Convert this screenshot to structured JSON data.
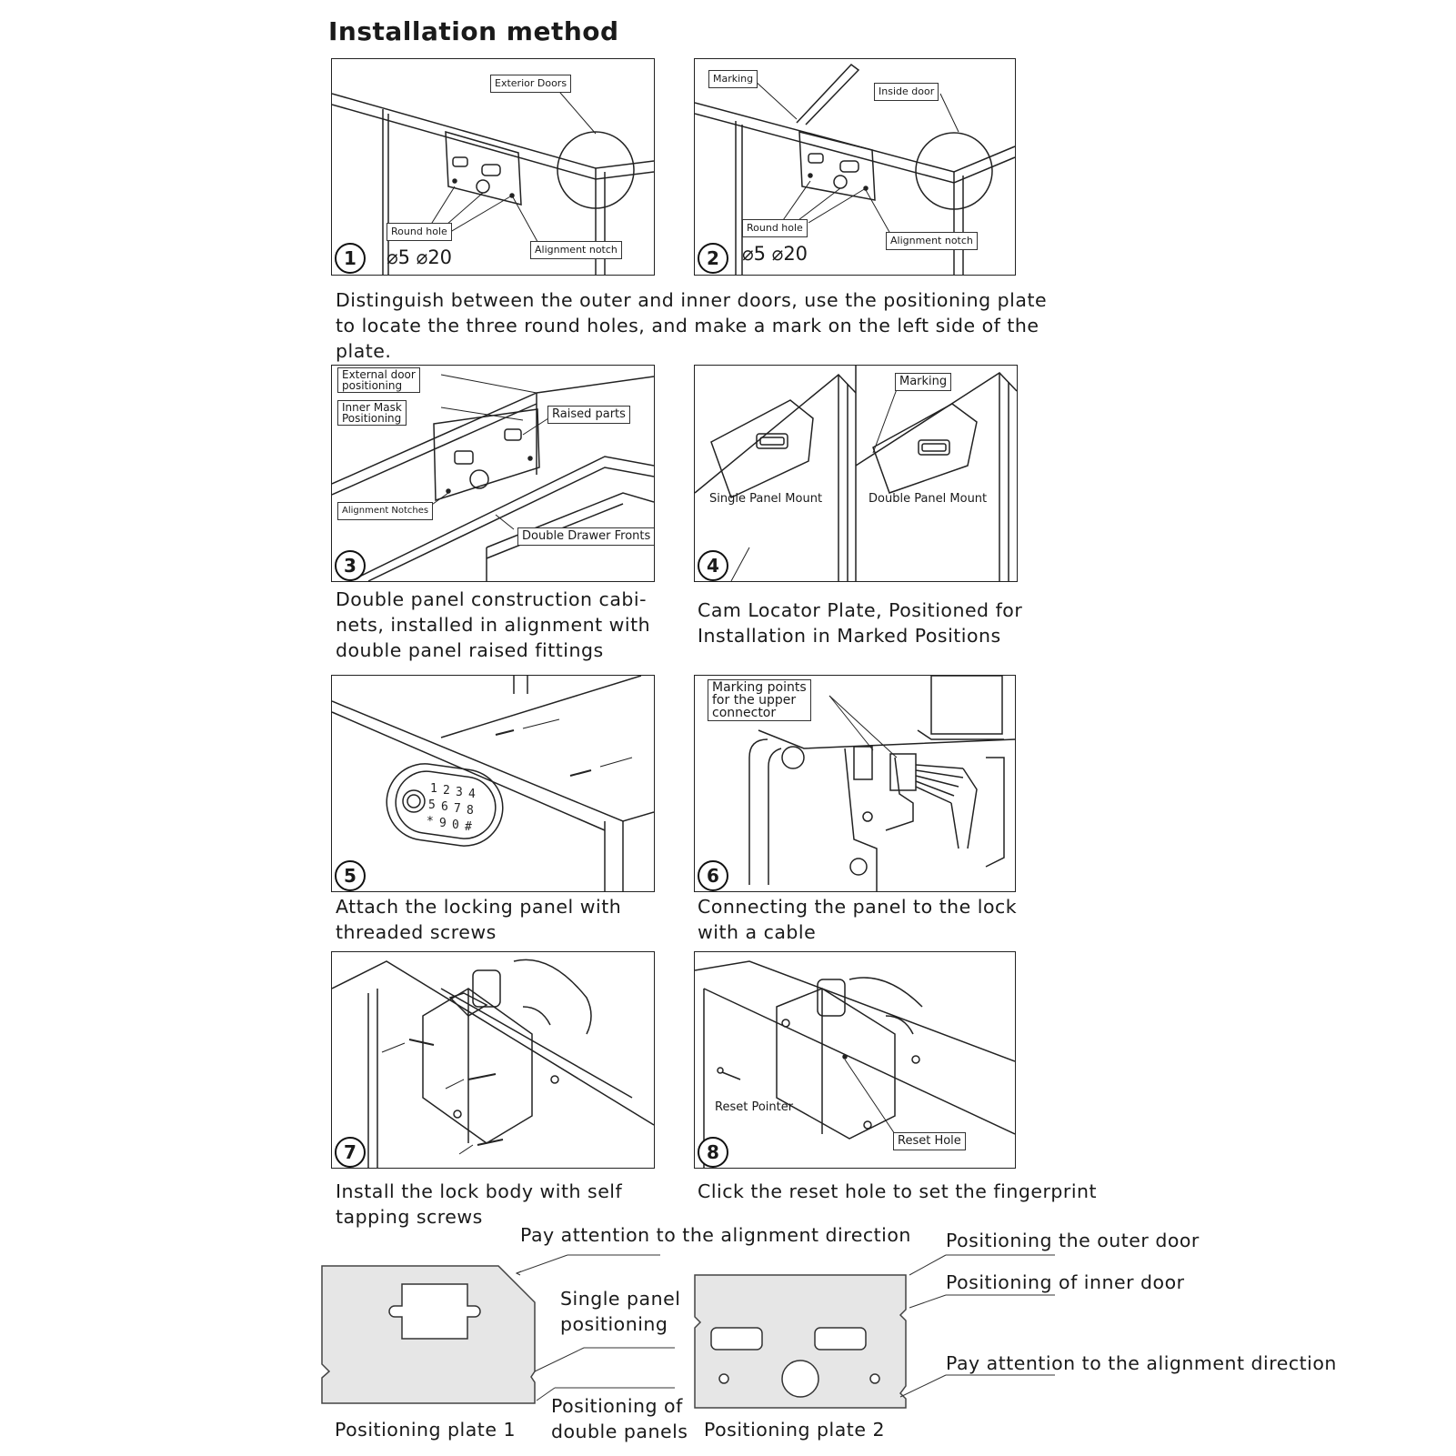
{
  "title": "Installation method",
  "steps": [
    {
      "number": "1",
      "labels": {
        "exterior": "Exterior Doors",
        "round_hole": "Round hole",
        "alignment": "Alignment notch",
        "diameters": "⌀5 ⌀20"
      }
    },
    {
      "number": "2",
      "labels": {
        "marking": "Marking",
        "inside": "Inside door",
        "round_hole": "Round hole",
        "alignment": "Alignment notch",
        "diameters": "⌀5 ⌀20"
      }
    },
    {
      "number": "3",
      "labels": {
        "external": "External door\npositioning",
        "inner": "Inner Mask\nPositioning",
        "raised": "Raised parts",
        "notches": "Alignment Notches",
        "drawer": "Double Drawer Fronts"
      }
    },
    {
      "number": "4",
      "labels": {
        "marking": "Marking",
        "single": "Single Panel Mount",
        "double": "Double Panel Mount"
      }
    },
    {
      "number": "5",
      "keypad": [
        "1",
        "2",
        "3",
        "4",
        "5",
        "6",
        "7",
        "8",
        "*",
        "9",
        "0",
        "#"
      ]
    },
    {
      "number": "6",
      "labels": {
        "marking": "Marking points\nfor the upper\nconnector"
      }
    },
    {
      "number": "7"
    },
    {
      "number": "8",
      "labels": {
        "reset_pointer": "Reset Pointer",
        "reset_hole": "Reset Hole"
      }
    }
  ],
  "captions": {
    "c12": "Distinguish between the outer and inner doors, use the positioning plate\nto locate the three round holes, and make a mark on the left side of the\nplate.",
    "c3": "Double panel construction cabi-\nnets, installed in alignment with\ndouble panel raised fittings",
    "c4": "Cam Locator Plate, Positioned for\nInstallation in Marked Positions",
    "c5": "Attach the locking panel with\nthreaded screws",
    "c6": "Connecting the panel to the lock\nwith a cable",
    "c7": "Install the lock body with self\ntapping screws",
    "c8": "Click the reset hole to set the fingerprint"
  },
  "plates": {
    "note_align_top": "Pay attention to the alignment direction",
    "note_single": "Single panel\npositioning",
    "note_double": "Positioning of\ndouble panels",
    "plate1_label": "Positioning plate 1",
    "note_outer": "Positioning the outer door",
    "note_inner": "Positioning of inner door",
    "note_align_right": "Pay attention to the alignment direction",
    "plate2_label": "Positioning plate 2",
    "fill_color": "#e6e6e6"
  }
}
